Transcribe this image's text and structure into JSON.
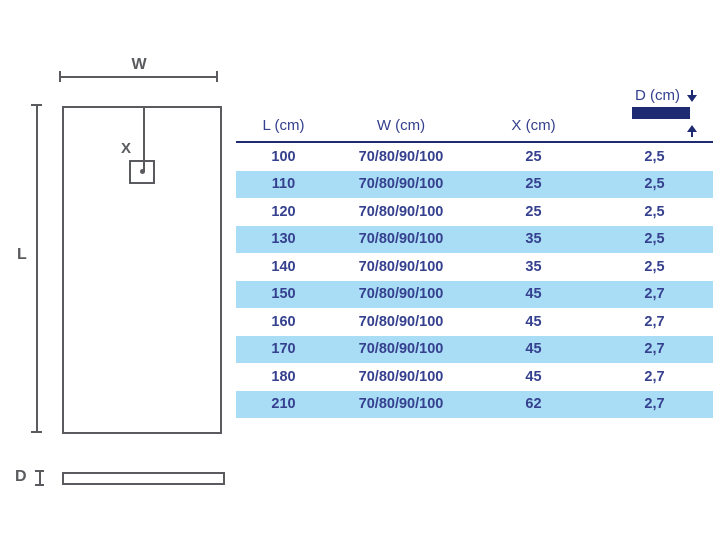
{
  "diagram": {
    "width_label": "W",
    "length_label": "L",
    "drain_offset_label": "X",
    "depth_label": "D"
  },
  "table": {
    "headers": {
      "l": "L (cm)",
      "w": "W (cm)",
      "x": "X (cm)",
      "d": "D (cm)"
    },
    "rows": [
      {
        "l": "100",
        "w": "70/80/90/100",
        "x": "25",
        "d": "2,5",
        "highlighted": false
      },
      {
        "l": "110",
        "w": "70/80/90/100",
        "x": "25",
        "d": "2,5",
        "highlighted": true
      },
      {
        "l": "120",
        "w": "70/80/90/100",
        "x": "25",
        "d": "2,5",
        "highlighted": false
      },
      {
        "l": "130",
        "w": "70/80/90/100",
        "x": "35",
        "d": "2,5",
        "highlighted": true
      },
      {
        "l": "140",
        "w": "70/80/90/100",
        "x": "35",
        "d": "2,5",
        "highlighted": false
      },
      {
        "l": "150",
        "w": "70/80/90/100",
        "x": "45",
        "d": "2,7",
        "highlighted": true
      },
      {
        "l": "160",
        "w": "70/80/90/100",
        "x": "45",
        "d": "2,7",
        "highlighted": false
      },
      {
        "l": "170",
        "w": "70/80/90/100",
        "x": "45",
        "d": "2,7",
        "highlighted": true
      },
      {
        "l": "180",
        "w": "70/80/90/100",
        "x": "45",
        "d": "2,7",
        "highlighted": false
      },
      {
        "l": "210",
        "w": "70/80/90/100",
        "x": "62",
        "d": "2,7",
        "highlighted": true
      }
    ]
  },
  "colors": {
    "navy_dark": "#1e2a72",
    "navy_text": "#35408e",
    "row_highlight": "#a9dcf5",
    "diagram_gray": "#5a5b5e"
  }
}
